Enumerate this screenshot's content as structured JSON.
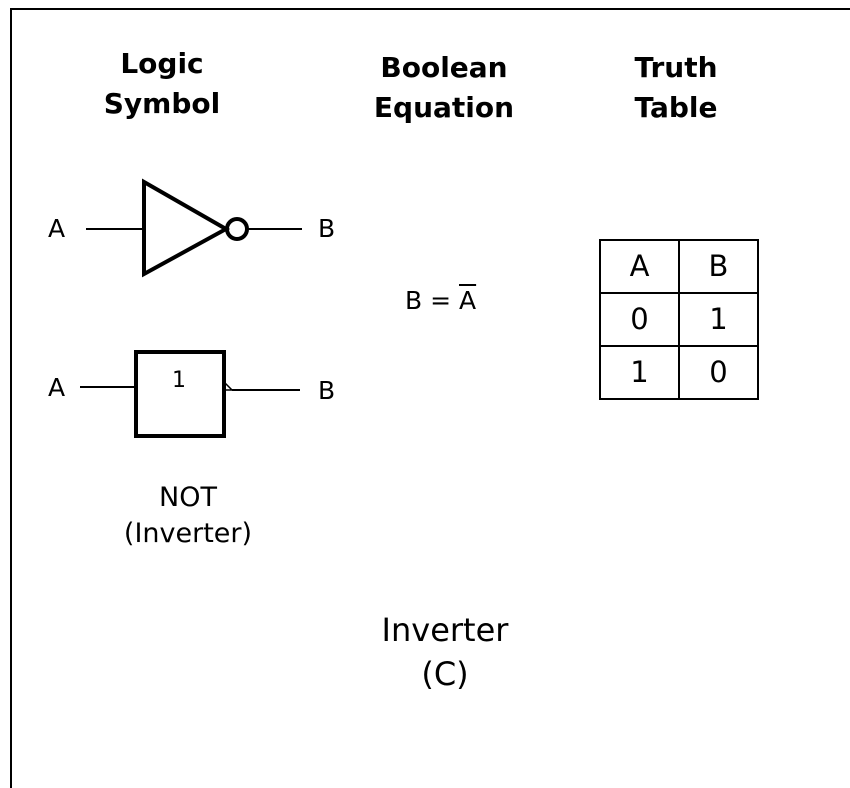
{
  "headings": {
    "logic_symbol": [
      "Logic",
      "Symbol"
    ],
    "boolean_equation": [
      "Boolean",
      "Equation"
    ],
    "truth_table": [
      "Truth",
      "Table"
    ]
  },
  "not_gate": {
    "input_label": "A",
    "output_label": "B"
  },
  "iec_gate": {
    "input_label": "A",
    "box_text": "1",
    "output_label": "B"
  },
  "gate_caption": [
    "NOT",
    "(Inverter)"
  ],
  "equation": {
    "lhs": "B =",
    "rhs": "A"
  },
  "truth_table": {
    "headers": [
      "A",
      "B"
    ],
    "rows": [
      [
        "0",
        "1"
      ],
      [
        "1",
        "0"
      ]
    ]
  },
  "bottom_caption": [
    "Inverter",
    "(C)"
  ]
}
